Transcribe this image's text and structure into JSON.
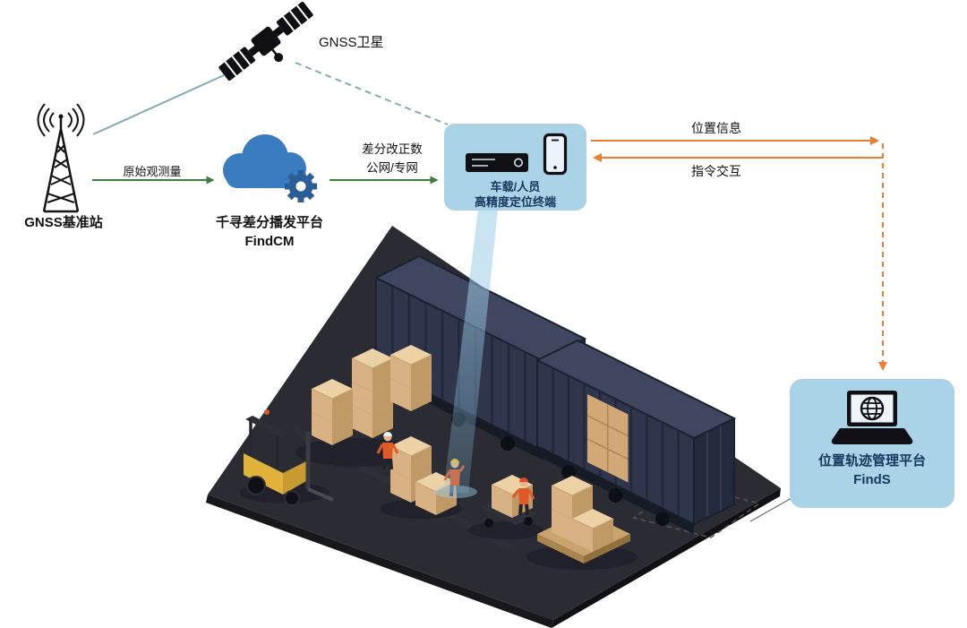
{
  "diagram": {
    "satellite": {
      "label": "GNSS卫星",
      "icon": "satellite-icon"
    },
    "base_station": {
      "label": "GNSS基准站",
      "icon": "antenna-tower-icon"
    },
    "cloud_platform": {
      "title": "千寻差分播发平台",
      "subtitle": "FindCM",
      "icon": "cloud-gear-icon"
    },
    "terminal": {
      "line1": "车载/人员",
      "line2": "高精度定位终端",
      "icons": [
        "gnss-receiver-icon",
        "smartphone-icon"
      ]
    },
    "management_platform": {
      "title": "位置轨迹管理平台",
      "subtitle": "FindS",
      "icon": "laptop-globe-icon"
    },
    "edges": {
      "raw_observation": {
        "label": "原始观测量"
      },
      "correction": {
        "line1": "差分改正数",
        "line2": "公网/专网"
      },
      "position_info": {
        "label": "位置信息"
      },
      "command_interaction": {
        "label": "指令交互"
      }
    },
    "scene": {
      "name": "container-yard-illustration"
    }
  },
  "colors": {
    "panel_fill": "#abd3e8",
    "panel_text": "#17365c",
    "cloud_blue": "#3a7cc0",
    "gear_blue": "#2b5e99",
    "green_arrow": "#3e7d3f",
    "teal_line": "#82abb8",
    "orange": "#ed7d31",
    "icon_black": "#101014",
    "beam_blue": "#8fc3df",
    "container_navy": "#2f364c",
    "carton_tan": "#d8b284",
    "platform_dark": "#2b2b33",
    "forklift_yellow": "#e0b23a",
    "vest_orange": "#e05a28"
  }
}
